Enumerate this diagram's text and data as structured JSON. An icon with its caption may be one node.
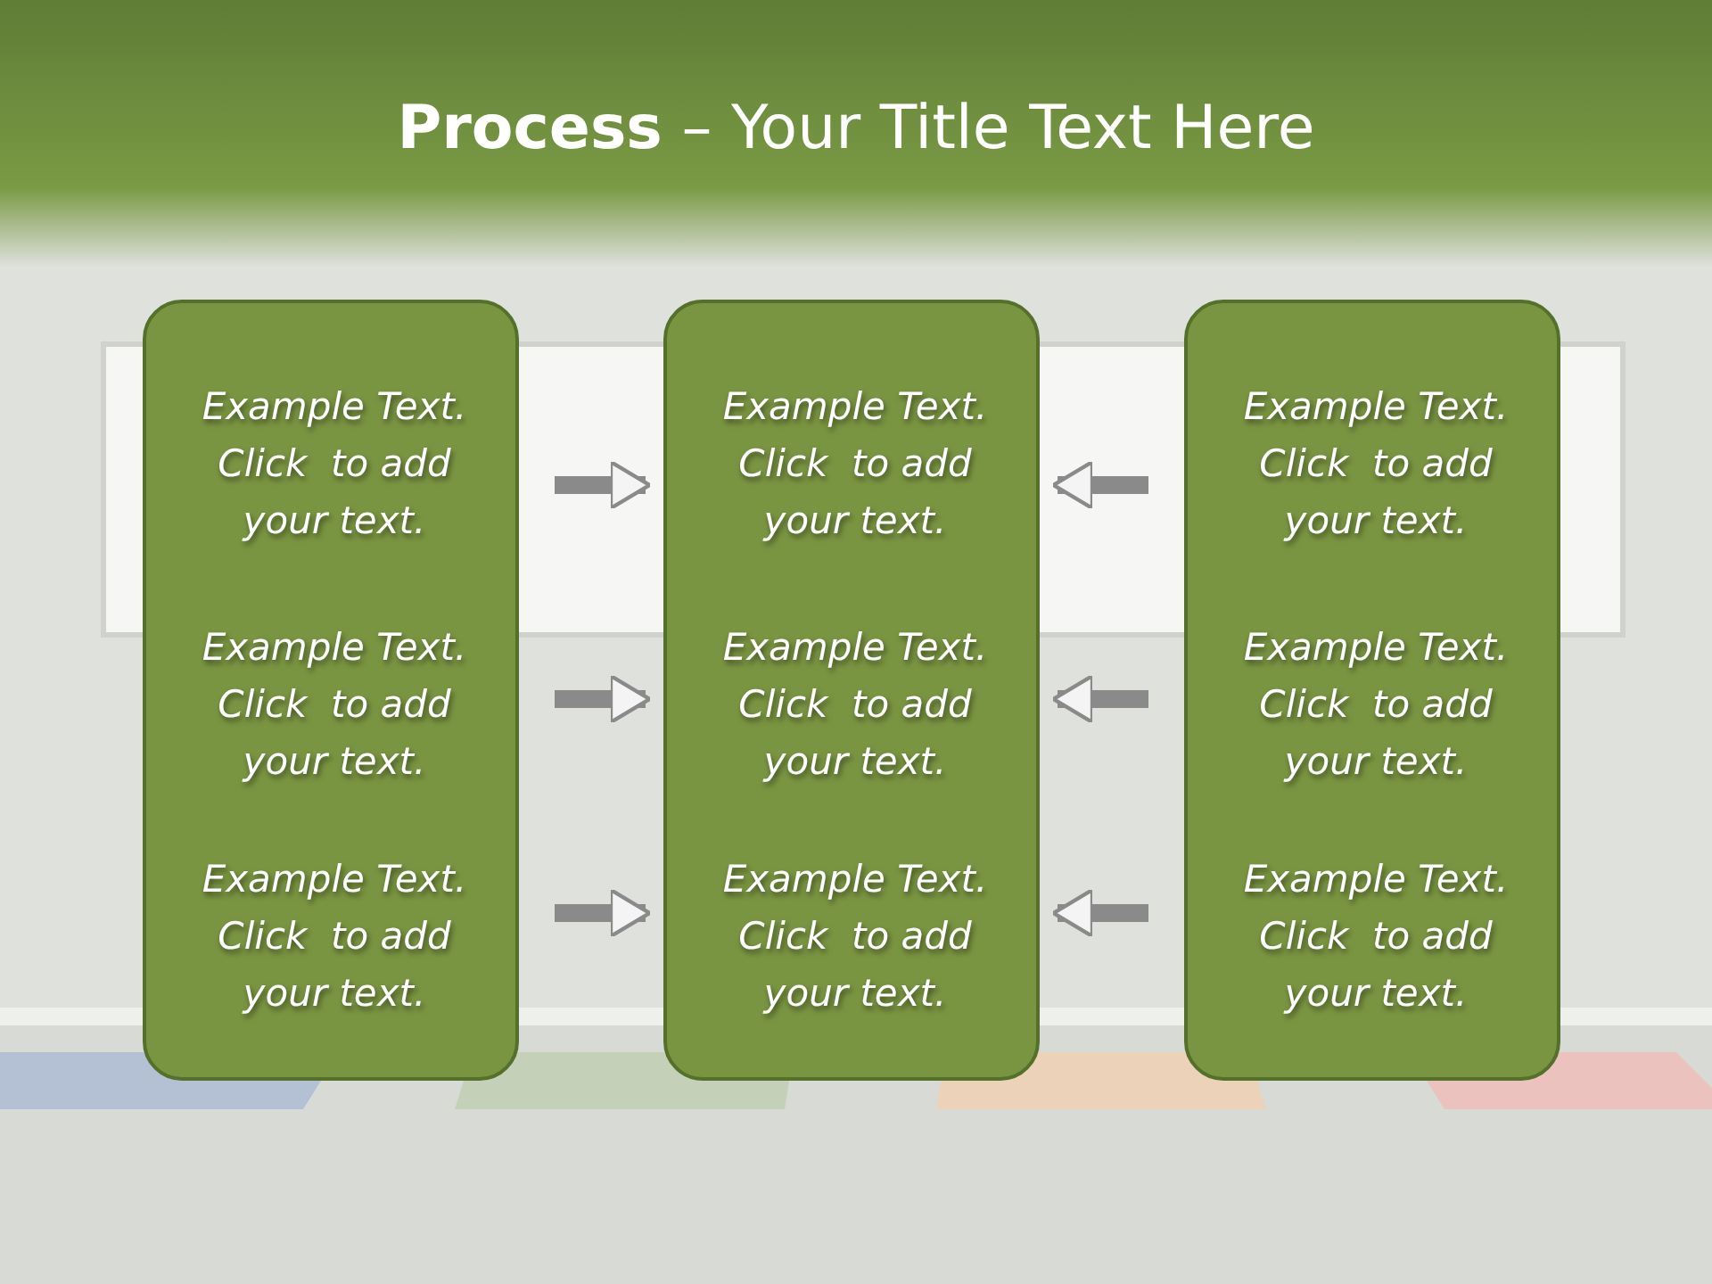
{
  "diagram": {
    "title": "**Process** – Your Title Text Here",
    "nodes": [
      {
        "text": [
          "Example Text. Click  to add your text.",
          "Example Text. Click  to add your text.",
          "Example Text. Click  to add your text."
        ]
      },
      {
        "text": [
          "Example Text. Click  to add your text.",
          "Example Text. Click  to add your text.",
          "Example Text. Click  to add your text."
        ]
      },
      {
        "text": [
          "Example Text. Click  to add your text.",
          "Example Text. Click  to add your text.",
          "Example Text. Click  to add your text."
        ]
      }
    ],
    "edges": [
      {
        "from": 0,
        "to": 1,
        "arrow": "to"
      },
      {
        "from": 0,
        "to": 1,
        "arrow": "to"
      },
      {
        "from": 0,
        "to": 1,
        "arrow": "to"
      },
      {
        "from": 2,
        "to": 1,
        "arrow": "to"
      },
      {
        "from": 2,
        "to": 1,
        "arrow": "to"
      },
      {
        "from": 2,
        "to": 1,
        "arrow": "to"
      }
    ]
  }
}
